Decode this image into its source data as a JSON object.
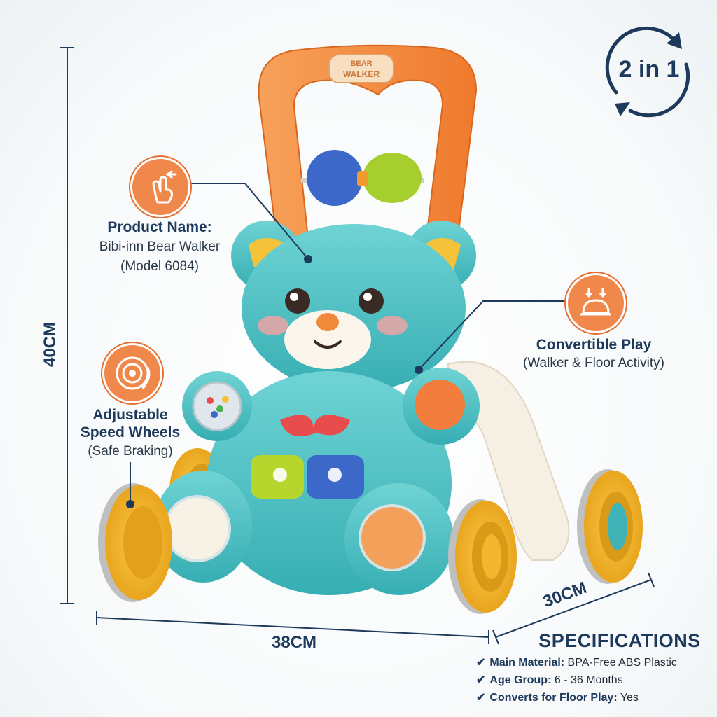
{
  "badge": {
    "text": "2 in 1"
  },
  "handle_label": {
    "line1": "BEAR",
    "line2": "WALKER"
  },
  "callouts": {
    "product": {
      "title": "Product Name:",
      "line1": "Bibi-inn Bear Walker",
      "line2": "(Model 6084)",
      "icon": "hand-tap-icon"
    },
    "wheels": {
      "title_line1": "Adjustable",
      "title_line2": "Speed Wheels",
      "sub": "(Safe Braking)",
      "icon": "wheel-speed-icon"
    },
    "convertible": {
      "title": "Convertible Play",
      "sub": "(Walker & Floor Activity)",
      "icon": "convert-icon"
    }
  },
  "dimensions": {
    "height": "40CM",
    "width": "38CM",
    "depth": "30CM"
  },
  "specifications": {
    "title": "SPECIFICATIONS",
    "rows": [
      {
        "label": "Main Material:",
        "value": "BPA-Free ABS Plastic"
      },
      {
        "label": "Age Group:",
        "value": "6 - 36 Months"
      },
      {
        "label": "Converts for Floor Play:",
        "value": "Yes"
      }
    ]
  },
  "colors": {
    "navy": "#1d3a5c",
    "orange": "#f0884b",
    "teal": "#4fc3c6",
    "yellow": "#f6b92b"
  }
}
